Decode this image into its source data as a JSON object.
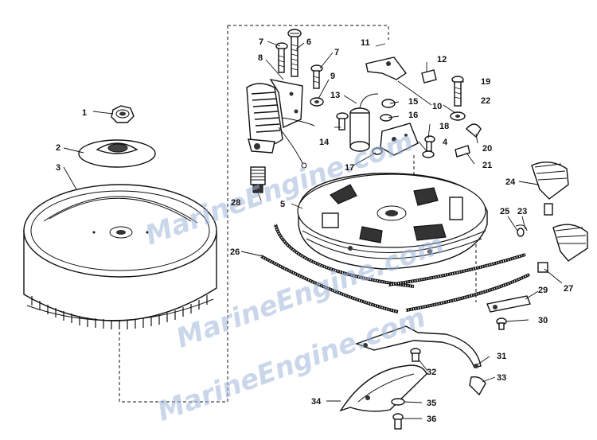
{
  "watermarks": [
    "MarineEngine.com",
    "MarineEngine.com",
    "MarineEngine.com"
  ],
  "callouts": [
    {
      "id": "1",
      "text": "1"
    },
    {
      "id": "2",
      "text": "2"
    },
    {
      "id": "3",
      "text": "3"
    },
    {
      "id": "4",
      "text": "4"
    },
    {
      "id": "5",
      "text": "5"
    },
    {
      "id": "6",
      "text": "6"
    },
    {
      "id": "7a",
      "text": "7"
    },
    {
      "id": "7b",
      "text": "7"
    },
    {
      "id": "8",
      "text": "8"
    },
    {
      "id": "9",
      "text": "9"
    },
    {
      "id": "10",
      "text": "10"
    },
    {
      "id": "11",
      "text": "11"
    },
    {
      "id": "12",
      "text": "12"
    },
    {
      "id": "13",
      "text": "13"
    },
    {
      "id": "14",
      "text": "14"
    },
    {
      "id": "15",
      "text": "15"
    },
    {
      "id": "16",
      "text": "16"
    },
    {
      "id": "17",
      "text": "17"
    },
    {
      "id": "18",
      "text": "18"
    },
    {
      "id": "19",
      "text": "19"
    },
    {
      "id": "20",
      "text": "20"
    },
    {
      "id": "21",
      "text": "21"
    },
    {
      "id": "22",
      "text": "22"
    },
    {
      "id": "23",
      "text": "23"
    },
    {
      "id": "24",
      "text": "24"
    },
    {
      "id": "25",
      "text": "25"
    },
    {
      "id": "26",
      "text": "26"
    },
    {
      "id": "27",
      "text": "27"
    },
    {
      "id": "28",
      "text": "28"
    },
    {
      "id": "29",
      "text": "29"
    },
    {
      "id": "30",
      "text": "30"
    },
    {
      "id": "31",
      "text": "31"
    },
    {
      "id": "32",
      "text": "32"
    },
    {
      "id": "33",
      "text": "33"
    },
    {
      "id": "34",
      "text": "34"
    },
    {
      "id": "35",
      "text": "35"
    },
    {
      "id": "36",
      "text": "36"
    }
  ]
}
